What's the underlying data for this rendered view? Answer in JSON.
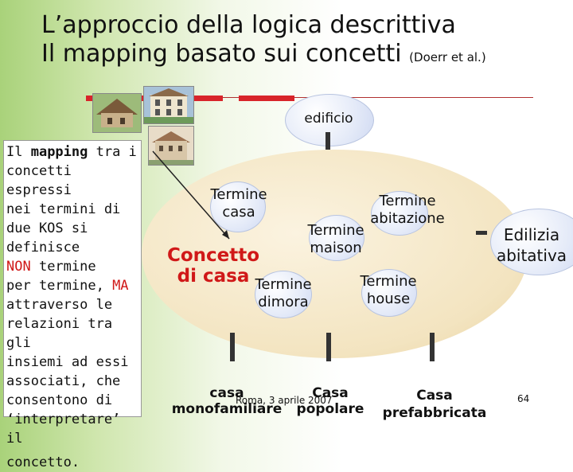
{
  "slide": {
    "title_line1": "L’approccio della logica descrittiva",
    "title_line2": "Il mapping basato sui concetti",
    "title_note": "(Doerr et al.)",
    "left_text": {
      "l1_pre": "Il ",
      "l1_bold": "mapping",
      "l1_post": " tra i",
      "l2": "concetti espressi",
      "l3": "nei termini di",
      "l4": "due KOS si",
      "l5": "definisce",
      "l6_red": "NON",
      "l6_post": " termine",
      "l7_pre": "per termine, ",
      "l7_red": "MA",
      "l8": "attraverso le",
      "l9": "relazioni tra gli",
      "l10": "insiemi ad essi",
      "l11": "associati, che",
      "l12": "consentono di",
      "l13": "‘interpretare’ il",
      "l14": "concetto."
    },
    "diagram": {
      "edificio": "edificio",
      "concetto_line1": "Concetto",
      "concetto_line2": "di casa",
      "termine_casa": [
        "Termine",
        "casa"
      ],
      "termine_abitazione": [
        "Termine",
        "abitazione"
      ],
      "termine_maison": [
        "Termine",
        "maison"
      ],
      "termine_dimora": [
        "Termine",
        "dimora"
      ],
      "termine_house": [
        "Termine",
        "house"
      ],
      "edilizia": [
        "Edilizia",
        "abitativa"
      ],
      "casa_mono": [
        "casa",
        "monofamiliare"
      ],
      "casa_popolare": [
        "Casa",
        "popolare"
      ],
      "casa_prefab": [
        "Casa",
        "prefabbricata"
      ]
    },
    "footer_text": "Roma, 3 aprile 2007",
    "page_number": "64"
  }
}
